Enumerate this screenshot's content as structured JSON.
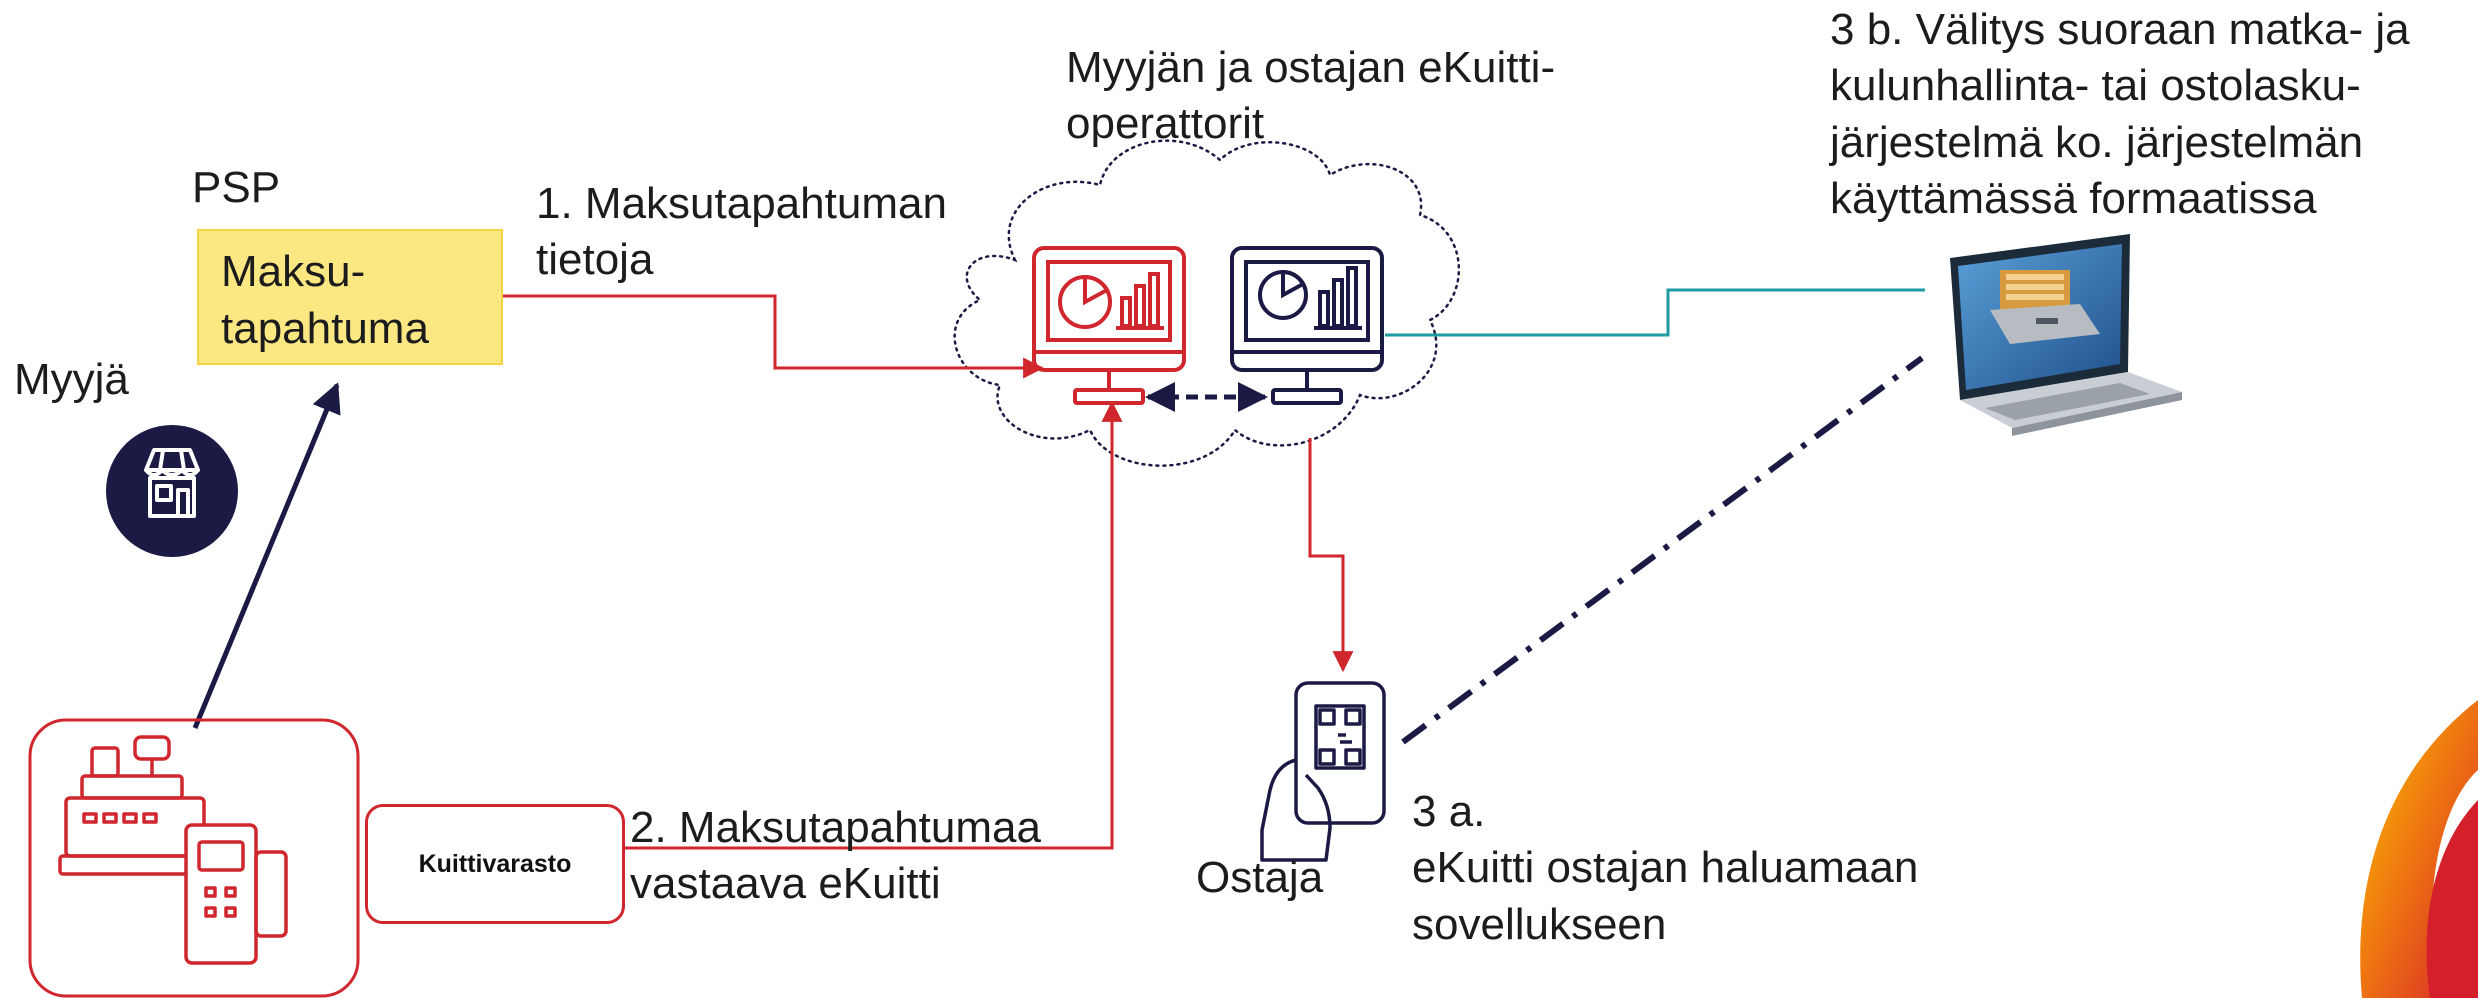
{
  "labels": {
    "psp": "PSP",
    "payment_box_line1": "Maksu-",
    "payment_box_line2": "tapahtuma",
    "seller": "Myyjä",
    "step1_line1": "1. Maksutapahtuman",
    "step1_line2": "tietoja",
    "operators_line1": "Myyjän ja ostajan eKuitti-",
    "operators_line2": "operattorit",
    "step3b_line1": "3 b. Välitys suoraan matka- ja",
    "step3b_line2": "kulunhallinta- tai ostolasku-",
    "step3b_line3": "järjestelmä ko. järjestelmän",
    "step3b_line4": "käyttämässä formaatissa",
    "receipt_store": "Kuittivarasto",
    "step2_line1": "2. Maksutapahtumaa",
    "step2_line2": "vastaava eKuitti",
    "buyer": "Ostaja",
    "step3a_line1": "3 a.",
    "step3a_line2": "eKuitti ostajan haluamaan",
    "step3a_line3": "sovellukseen"
  },
  "icons": {
    "store": "store-icon",
    "cash_register": "cash-register-icon",
    "seller_monitor": "monitor-chart-icon",
    "buyer_monitor": "monitor-chart-icon",
    "phone": "phone-qr-icon",
    "laptop": "laptop-file-drawer-icon",
    "brand_swoosh": "brand-swoosh-logo"
  },
  "colors": {
    "red": "#d0262e",
    "navy": "#1b1a45",
    "teal": "#1e9aa3",
    "yellow": "#fce883"
  }
}
